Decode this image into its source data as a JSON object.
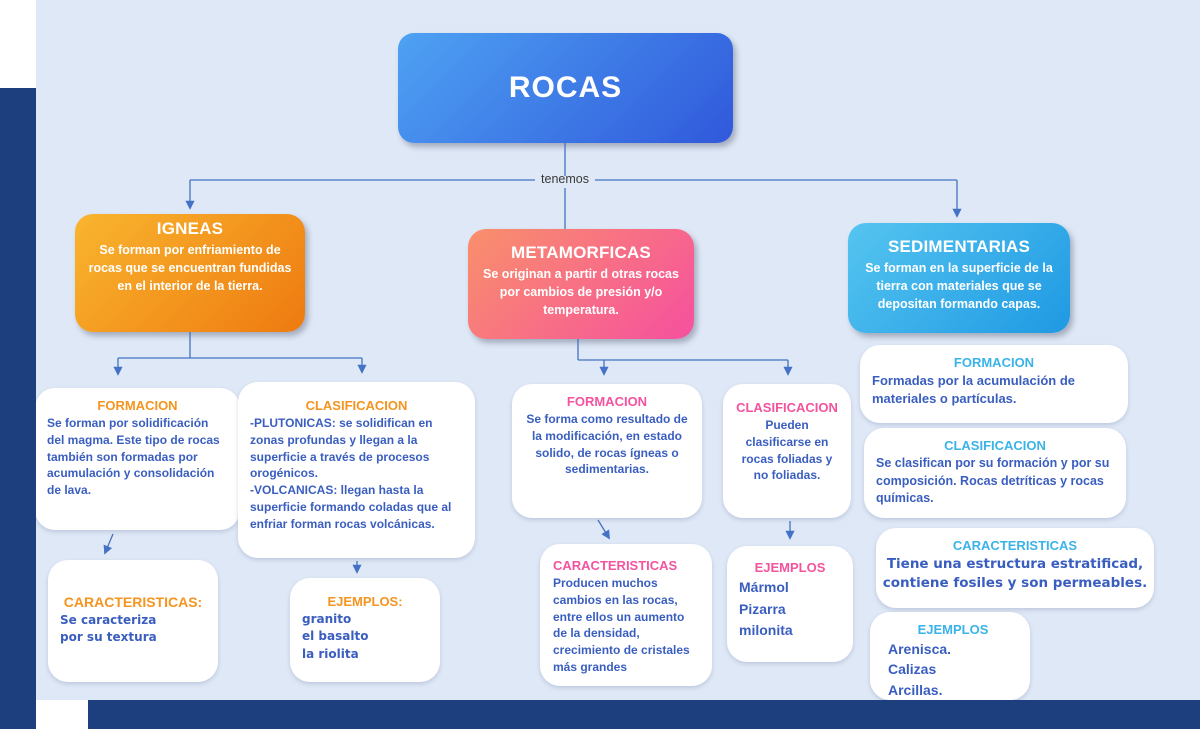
{
  "colors": {
    "canvas_bg": "#dfe8f6",
    "page_border_navy": "#1e3f7d",
    "root_gradient": [
      "#4ea2f3",
      "#3058db"
    ],
    "igneas_gradient": [
      "#f9b52e",
      "#ee7a10"
    ],
    "metamorficas_gradient": [
      "#f9906b",
      "#f6509e"
    ],
    "sedimentarias_gradient": [
      "#55c5f0",
      "#1f99e3"
    ],
    "orange_title": "#f5941f",
    "pink_title": "#f4539e",
    "cyan_title": "#3ab3e8",
    "body_text_blue": "#3a5ec0",
    "connector_blue": "#4472c4"
  },
  "root": {
    "title": "ROCAS"
  },
  "connector_label": "tenemos",
  "igneas": {
    "title": "IGNEAS",
    "description": "Se forman por enfriamiento de rocas que se encuentran fundidas en el interior de la tierra.",
    "formacion": {
      "title": "FORMACION",
      "text": "Se forman por solidificación del magma. Este tipo de rocas también son formadas por acumulación y consolidación de lava."
    },
    "clasificacion": {
      "title": "CLASIFICACION",
      "text": "-PLUTONICAS: se solidifican en zonas profundas y llegan a la superficie a través de procesos orogénicos.\n-VOLCANICAS: llegan hasta la superficie formando coladas que al enfriar forman rocas volcánicas."
    },
    "caracteristicas": {
      "title": "CARACTERISTICAS:",
      "text": "Se caracteriza\npor su textura"
    },
    "ejemplos": {
      "title": "EJEMPLOS:",
      "items": [
        "granito",
        "el basalto",
        "la riolita"
      ]
    }
  },
  "metamorficas": {
    "title": "METAMORFICAS",
    "description": "Se originan a partir d otras rocas por cambios de presión y/o temperatura.",
    "formacion": {
      "title": "FORMACION",
      "text": "Se forma como resultado de la modificación, en estado solido, de rocas ígneas o sedimentarias."
    },
    "clasificacion": {
      "title": "CLASIFICACION",
      "text": "Pueden clasificarse en rocas foliadas y no foliadas."
    },
    "caracteristicas": {
      "title": "CARACTERISTICAS",
      "text": "Producen muchos cambios en las rocas, entre ellos un aumento de la densidad, crecimiento de cristales más grandes"
    },
    "ejemplos": {
      "title": "EJEMPLOS",
      "items": [
        "Mármol",
        "Pizarra",
        "milonita"
      ]
    }
  },
  "sedimentarias": {
    "title": "SEDIMENTARIAS",
    "description": "Se forman en la superficie de la tierra con materiales que se depositan formando capas.",
    "formacion": {
      "title": "FORMACION",
      "text": "Formadas por la acumulación de materiales o partículas."
    },
    "clasificacion": {
      "title": "CLASIFICACION",
      "text": "Se clasifican por su formación y por su composición. Rocas detríticas y rocas químicas."
    },
    "caracteristicas": {
      "title": "CARACTERISTICAS",
      "text": "Tiene una estructura estratificad, contiene fosiles y son permeables."
    },
    "ejemplos": {
      "title": "EJEMPLOS",
      "items": [
        "Arenisca.",
        "Calizas",
        "Arcillas."
      ]
    }
  }
}
